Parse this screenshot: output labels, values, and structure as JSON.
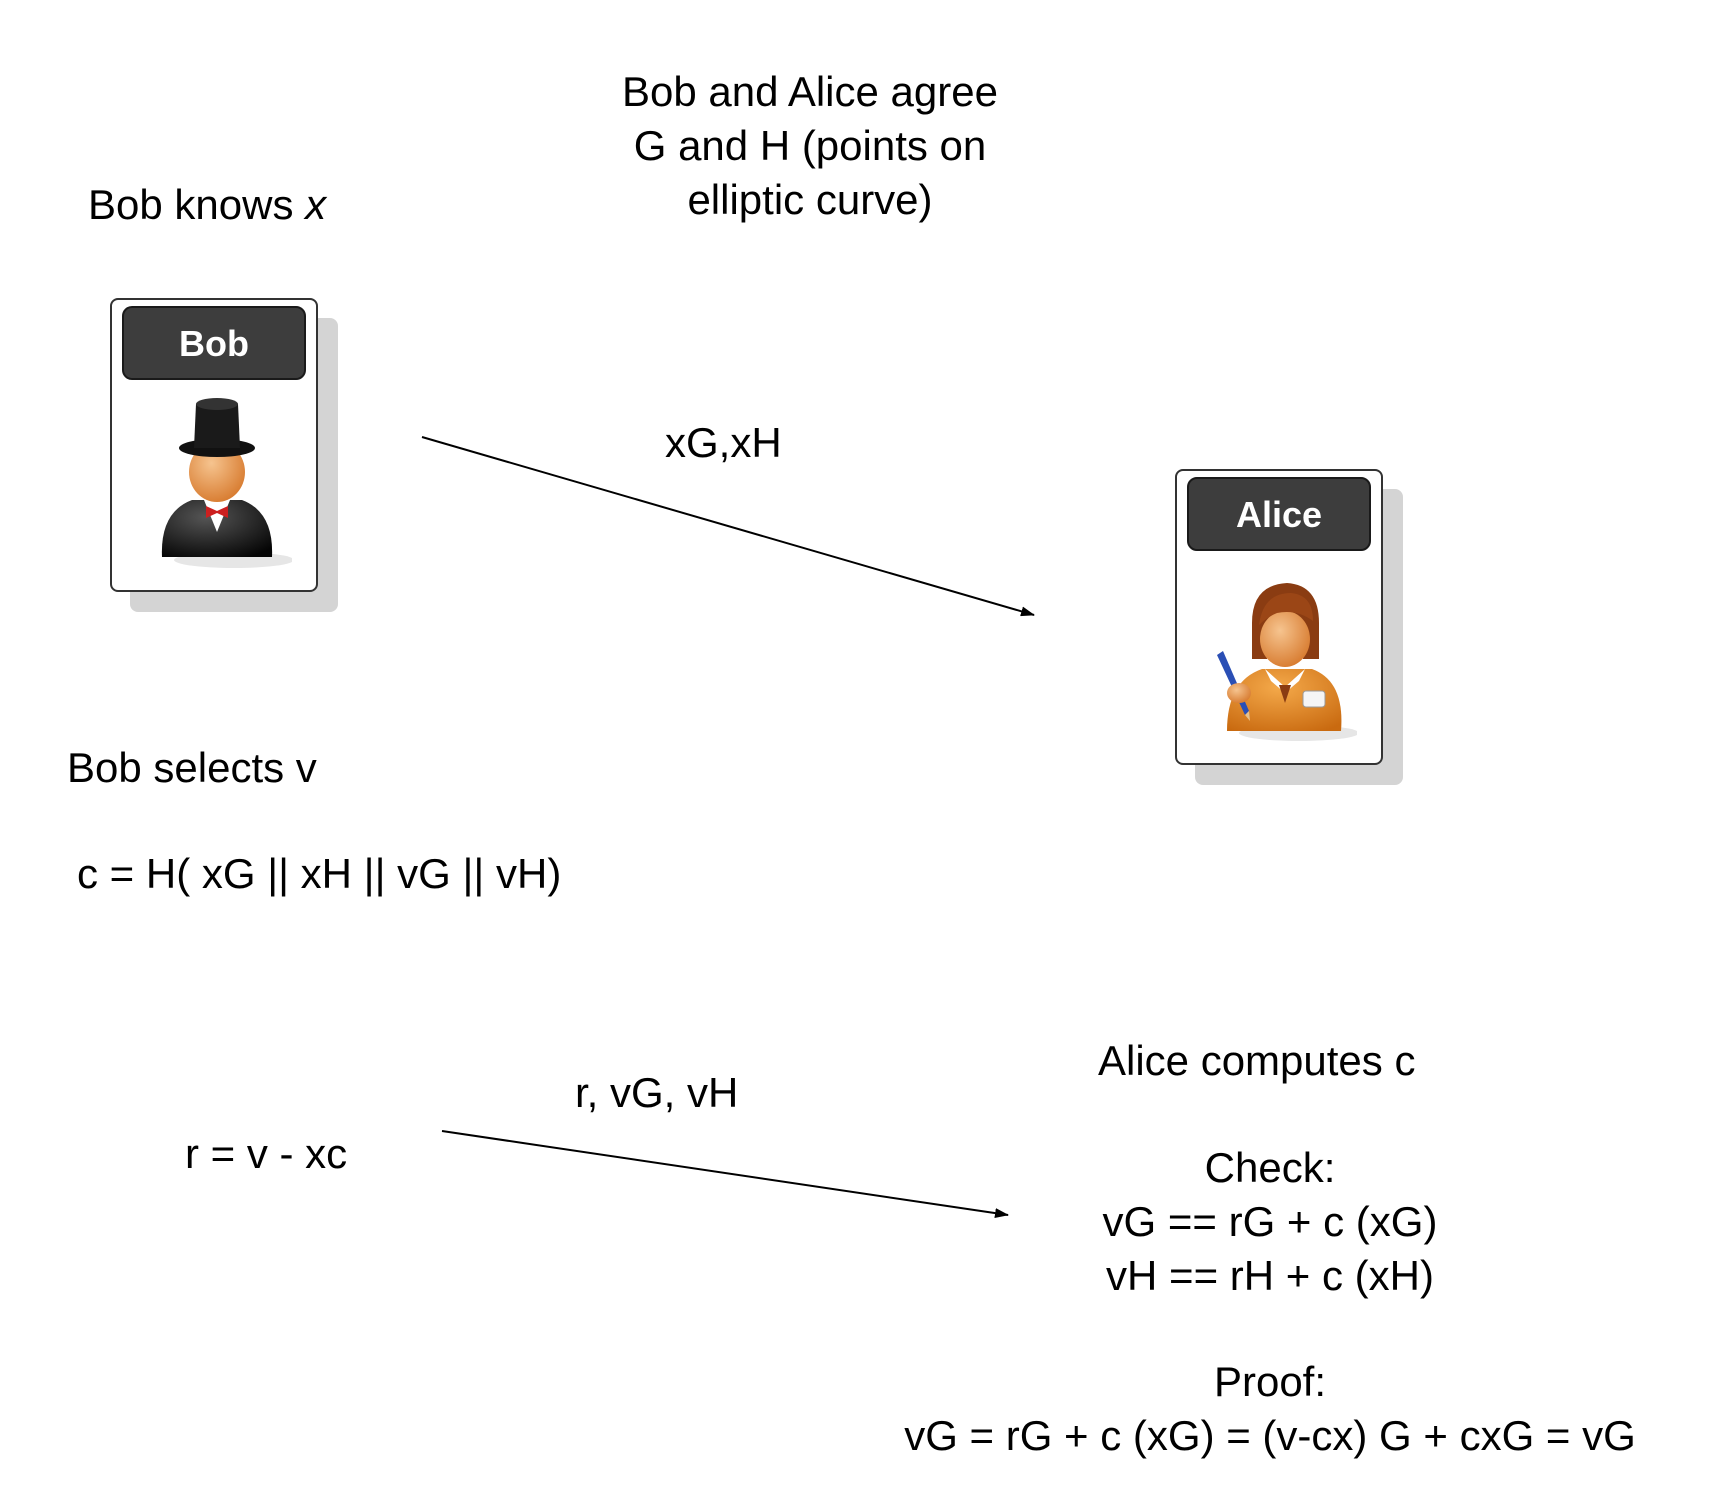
{
  "title_lines": [
    "Bob and Alice  agree",
    "G and H (points on",
    "elliptic curve)"
  ],
  "bob_knows_prefix": "Bob knows ",
  "bob_knows_var": "x",
  "bob_card_label": "Bob",
  "alice_card_label": "Alice",
  "message1": "xG,xH",
  "bob_selects": "Bob selects v",
  "hash_formula": "c = H( xG || xH || vG || vH)",
  "message2": "r, vG, vH",
  "response_formula": "r = v - xc",
  "alice_computes": "Alice computes  c",
  "check_heading": "Check:",
  "check_lines": [
    "vG == rG + c (xG)",
    "vH == rH + c (xH)"
  ],
  "proof_heading": "Proof:",
  "proof_line": "vG = rG + c (xG) = (v-cx) G + cxG = vG",
  "icons": {
    "bob": "gentleman-top-hat-icon",
    "alice": "woman-with-pen-icon"
  },
  "colors": {
    "card_header": "#3d3d3d",
    "card_shadow": "#d4d4d4",
    "alice_accent": "#e08a1e",
    "bob_tie": "#cc1f1f"
  }
}
